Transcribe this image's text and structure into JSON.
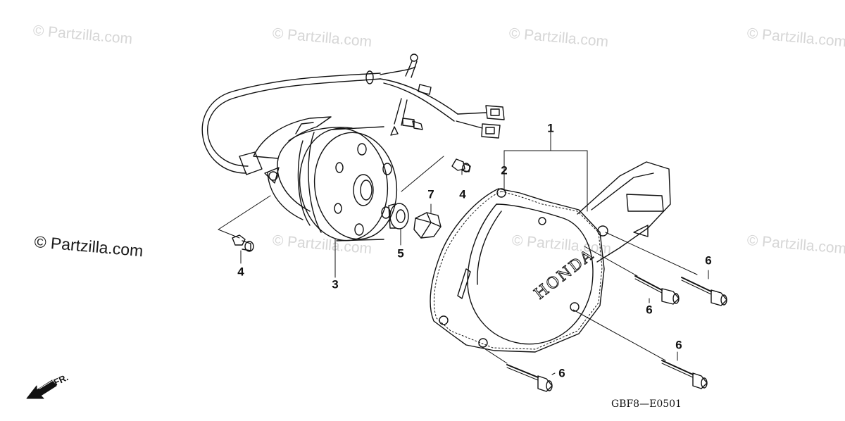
{
  "watermark": {
    "text": "© Partzilla.com",
    "main_text": "© Partzilla.com"
  },
  "callouts": {
    "c1": "1",
    "c2": "2",
    "c3": "3",
    "c4a": "4",
    "c4b": "4",
    "c5": "5",
    "c6a": "6",
    "c6b": "6",
    "c6c": "6",
    "c6d": "6",
    "c7": "7"
  },
  "cover_brand": "HONDA",
  "diagram_code": "GBF8—E0501",
  "front_marker": "FR.",
  "colors": {
    "line": "#111111",
    "watermark": "#d6d6d6"
  }
}
